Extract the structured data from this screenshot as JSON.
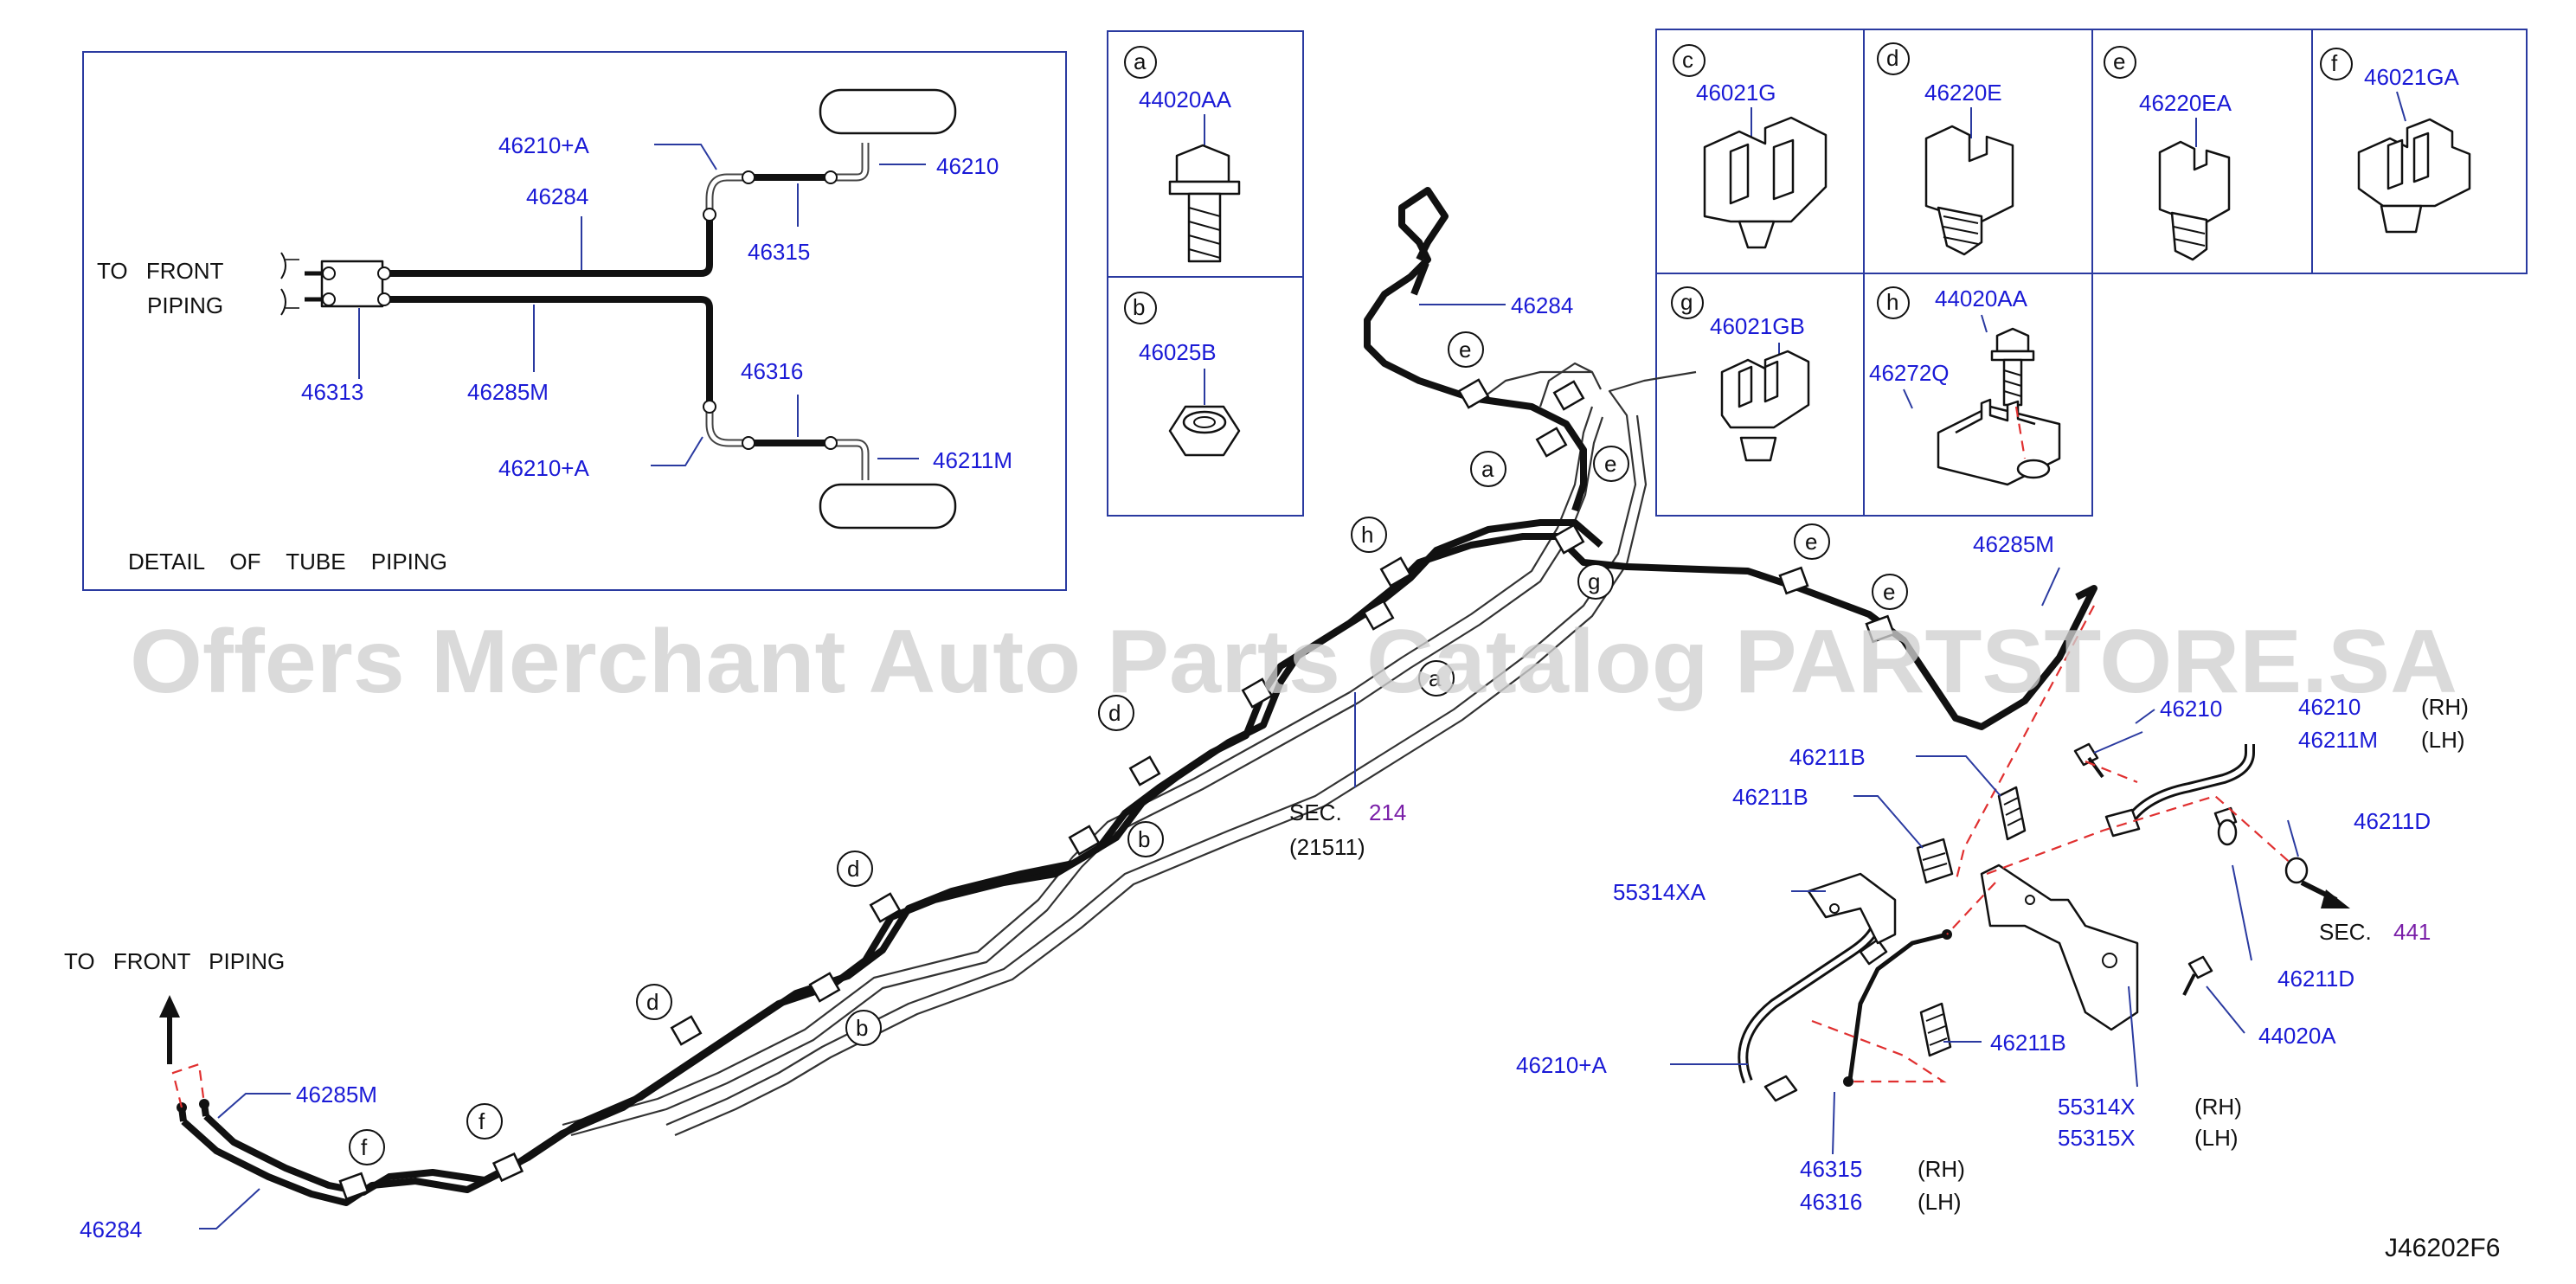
{
  "diagram_code": "J46202F6",
  "watermark": "Offers Merchant Auto Parts Catalog PARTSTORE.SA",
  "detail": {
    "title": "DETAIL OF TUBE PIPING",
    "to_front_line1": "TO FRONT",
    "to_front_line2": "PIPING",
    "labels": [
      "46210+A",
      "46210",
      "46284",
      "46315",
      "46313",
      "46285M",
      "46316",
      "46210+A",
      "46211M"
    ]
  },
  "panels": [
    {
      "letter": "a",
      "part": "44020AA"
    },
    {
      "letter": "b",
      "part": "46025B"
    },
    {
      "letter": "c",
      "part": "46021G"
    },
    {
      "letter": "d",
      "part": "46220E"
    },
    {
      "letter": "e",
      "part": "46220EA"
    },
    {
      "letter": "f",
      "part": "46021GA"
    },
    {
      "letter": "g",
      "part": "46021GB"
    },
    {
      "letter": "h",
      "part": "44020AA",
      "part2": "46272Q"
    }
  ],
  "main": {
    "to_front_piping": "TO FRONT PIPING",
    "callouts": [
      "h",
      "a",
      "e",
      "e",
      "g",
      "e",
      "e",
      "d",
      "b",
      "d",
      "b",
      "d",
      "f",
      "f",
      "a"
    ],
    "sec_label": "SEC.",
    "sec_number": "214",
    "sec_sub": "(21511)",
    "sec2_label": "SEC.",
    "sec2_number": "441",
    "parts": {
      "p46284_top": "46284",
      "p46285M_right": "46285M",
      "p46210_partial": "46210",
      "p46210": "46210",
      "p46211M": "46211M",
      "rh1": "(RH)",
      "lh1": "(LH)",
      "p46211B_1": "46211B",
      "p46211B_2": "46211B",
      "p46211D_1": "46211D",
      "p55314XA": "55314XA",
      "p46211D_2": "46211D",
      "p44020A": "44020A",
      "p46211B_3": "46211B",
      "p46210A": "46210+A",
      "p55314X": "55314X",
      "rh2": "(RH)",
      "p55315X": "55315X",
      "lh2": "(LH)",
      "p46315": "46315",
      "rh3": "(RH)",
      "p46316": "46316",
      "lh3": "(LH)",
      "p46285M_left": "46285M",
      "p46284_left": "46284"
    }
  }
}
